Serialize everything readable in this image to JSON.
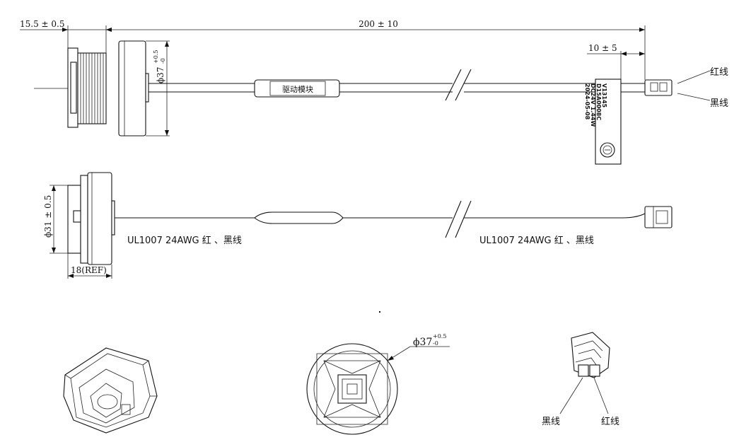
{
  "dimensions": {
    "flange_length": "15.5 ± 0.5",
    "cable_length": "200 ± 10",
    "terminal_length": "10 ± 5",
    "head_diameter_top": "ϕ37",
    "head_diameter_top_tol_upper": "+0.5",
    "head_diameter_top_tol_lower": "-0",
    "body_diameter": "ϕ31 ± 0.5",
    "body_length": "18(REF)",
    "front_diameter": "ϕ37",
    "front_diameter_tol_upper": "+0.5",
    "front_diameter_tol_lower": "-0"
  },
  "labels": {
    "driver_module": "驱动模块",
    "wire_red": "红线",
    "wire_black": "黑线",
    "wire_spec_left": "UL1007 24AWG 红 、黑线",
    "wire_spec_right": "UL1007 24AWG 红 、黑线",
    "connector_black": "黑线",
    "connector_red": "红线"
  },
  "tag": {
    "line1": "V13145",
    "line2": "D15A0008C",
    "line3": "DC24V 1.44W",
    "line4": "2024-05-08"
  }
}
